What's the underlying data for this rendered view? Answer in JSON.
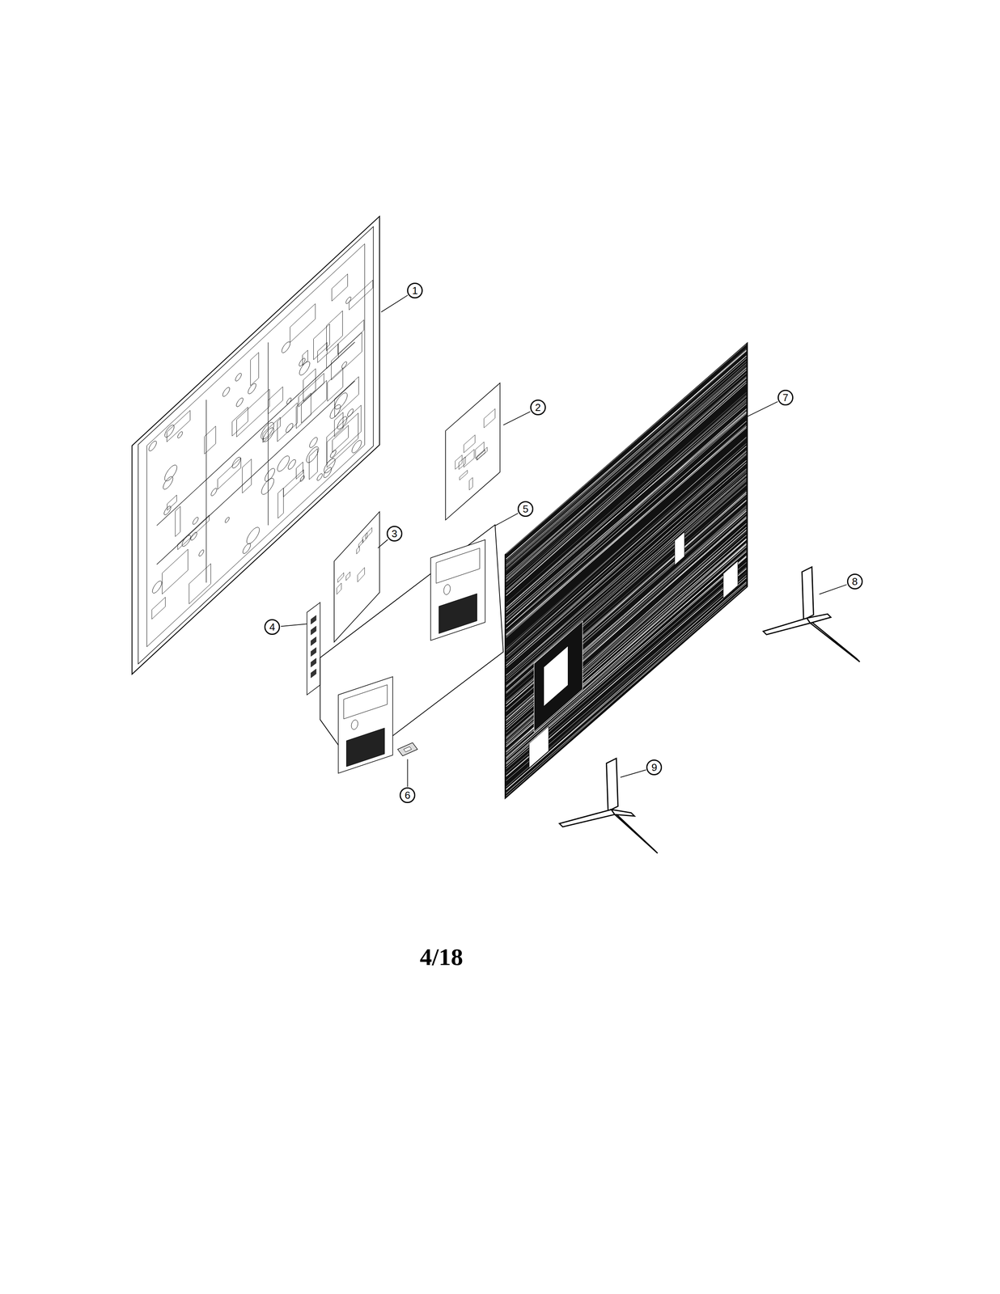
{
  "diagram": {
    "nodes": [
      {
        "text": [
          "1"
        ]
      },
      {
        "text": [
          "7"
        ]
      },
      {
        "text": [
          "2"
        ]
      },
      {
        "text": [
          "5"
        ]
      },
      {
        "text": [
          "3"
        ]
      },
      {
        "text": [
          "8"
        ]
      },
      {
        "text": [
          "4"
        ]
      },
      {
        "text": [
          "9"
        ]
      },
      {
        "text": [
          "6"
        ]
      }
    ],
    "labels": [
      "4/18"
    ]
  }
}
